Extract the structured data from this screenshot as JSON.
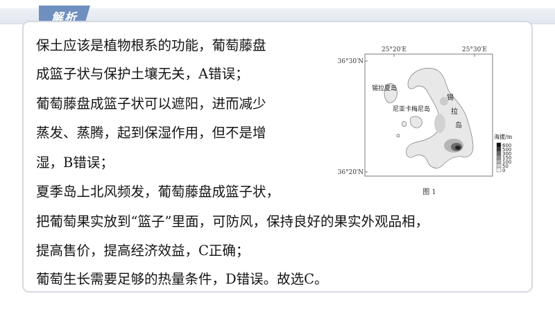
{
  "header": {
    "tag_label": "解析"
  },
  "lines": [
    "保土应该是植物根系的功能，葡萄藤盘",
    "成篮子状与保护土壤无关，A错误；",
    "葡萄藤盘成篮子状可以遮阳，进而减少",
    "蒸发、蒸腾，起到保湿作用，但不是增",
    "湿，B错误；",
    "夏季岛上北风频发，葡萄藤盘成篮子状，",
    "把葡萄果实放到“篮子”里面，可防风，保持良好的果实外观品相，",
    "提高售价，提高经济效益，C正确；",
    "葡萄生长需要足够的热量条件，D错误。故选C。"
  ],
  "figure": {
    "lon_labels": [
      "25°20′E",
      "25°30′E"
    ],
    "lat_labels": [
      "36°30′N",
      "36°20′N"
    ],
    "place_labels": [
      "锡拉夏岛",
      "尼亚卡梅尼岛"
    ],
    "main_island_label": [
      "锡",
      "拉",
      "岛"
    ],
    "legend_title": "海拔/m",
    "legend_values": [
      "600",
      "500",
      "300",
      "150",
      "100",
      "50",
      "0"
    ],
    "legend_colors": [
      "#111111",
      "#3a3a3a",
      "#6a6a6a",
      "#929292",
      "#b4b4b4",
      "#d2d2d2",
      "#f2f2f2"
    ],
    "caption": "图 1"
  }
}
